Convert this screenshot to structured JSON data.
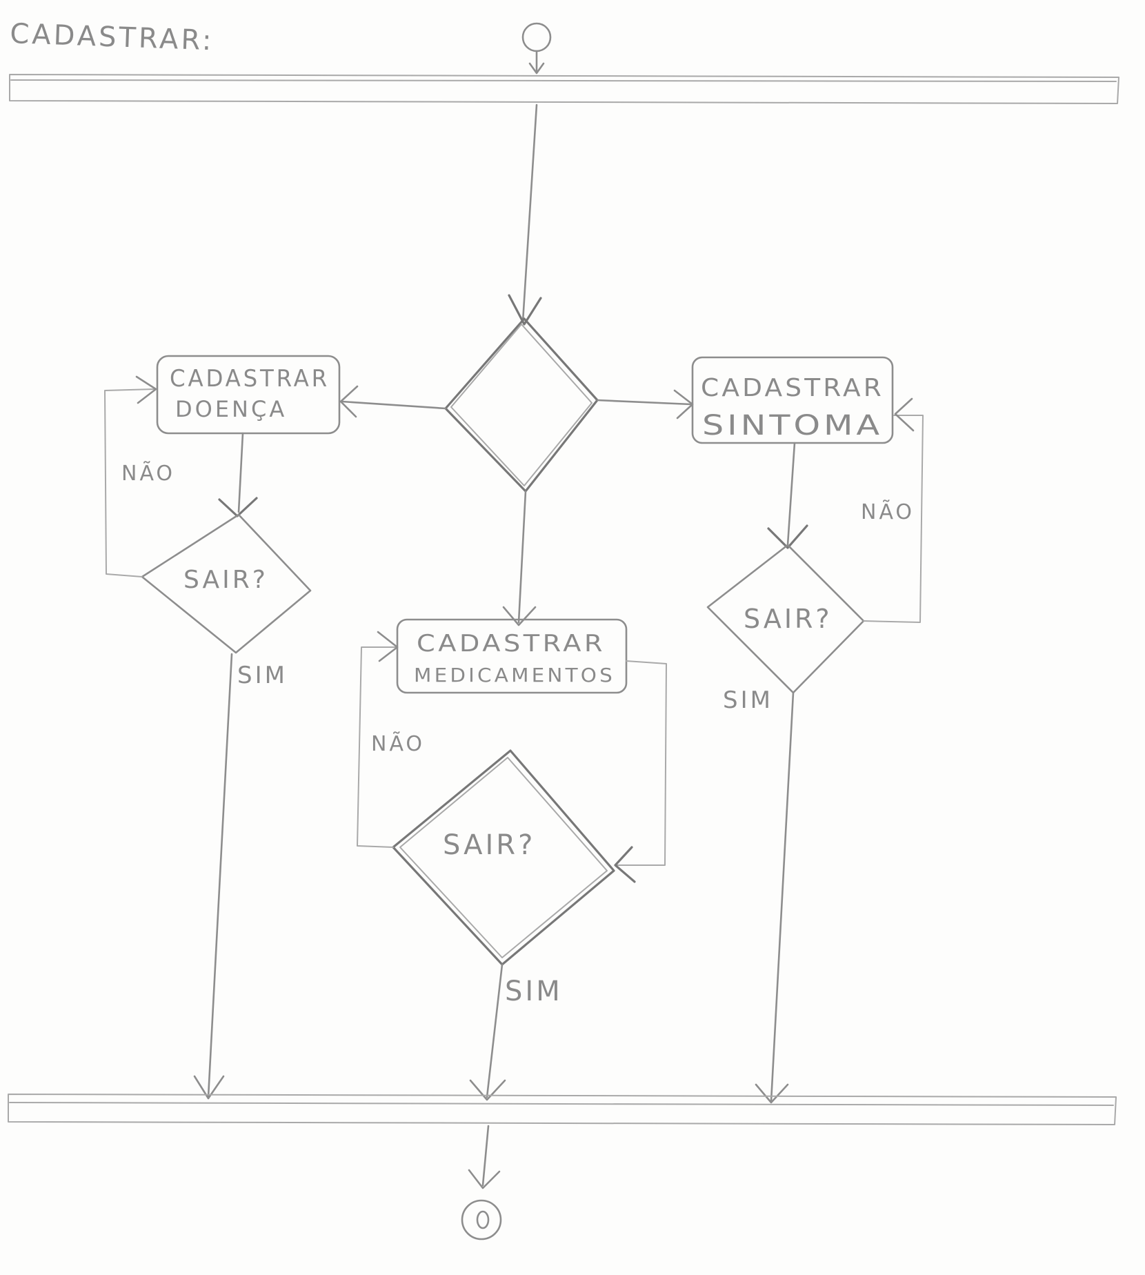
{
  "title": "CADASTRAR:",
  "nodes": {
    "cadastrar_doenca": {
      "line1": "CADASTRAR",
      "line2": "DOENÇA"
    },
    "cadastrar_sintoma": {
      "line1": "CADASTRAR",
      "line2": "SINTOMA"
    },
    "cadastrar_medicamentos": {
      "line1": "CADASTRAR",
      "line2": "MEDICAMENTOS"
    },
    "sair_doenca": "SAIR?",
    "sair_sintoma": "SAIR?",
    "sair_medicamentos": "SAIR?"
  },
  "edge_labels": {
    "nao_left": "NÃO",
    "sim_left": "SIM",
    "nao_right": "NÃO",
    "sim_right": "SIM",
    "nao_center": "NÃO",
    "sim_center": "SIM"
  },
  "colors": {
    "pencil": "#8d8d8d",
    "paper": "#fdfdfc"
  }
}
